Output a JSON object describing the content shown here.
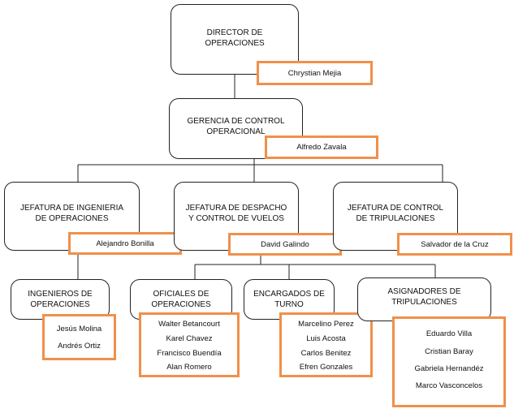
{
  "chart": {
    "director": {
      "title": "DIRECTOR DE\nOPERACIONES",
      "name": "Chrystian Mejia"
    },
    "gerencia": {
      "title": "GERENCIA DE CONTROL\nOPERACIONAL",
      "name": "Alfredo Zavala"
    },
    "jef_ingenieria": {
      "title": "JEFATURA DE INGENIERIA\nDE OPERACIONES",
      "name": "Alejandro Bonilla"
    },
    "jef_despacho": {
      "title": "JEFATURA DE DESPACHO\nY CONTROL DE VUELOS",
      "name": "David Galindo"
    },
    "jef_tripulaciones": {
      "title": "JEFATURA DE CONTROL\nDE TRIPULACIONES",
      "name": "Salvador de la Cruz"
    },
    "ingenieros": {
      "title": "INGENIEROS DE\nOPERACIONES",
      "members": [
        "Jesús Molina",
        "Andrés Ortiz"
      ]
    },
    "oficiales": {
      "title": "OFICIALES DE\nOPERACIONES",
      "members": [
        "Walter Betancourt",
        "Karel Chavez",
        "Francisco Buendía",
        "Alan Romero"
      ]
    },
    "encargados": {
      "title": "ENCARGADOS DE\nTURNO",
      "members": [
        "Marcelino Perez",
        "Luis Acosta",
        "Carlos Benitez",
        "Efren Gonzales"
      ]
    },
    "asignadores": {
      "title": "ASIGNADORES DE\nTRIPULACIONES",
      "members": [
        "Eduardo Villa",
        "Cristian Baray",
        "Gabriela Hernandéz",
        "Marco Vasconcelos"
      ]
    }
  }
}
